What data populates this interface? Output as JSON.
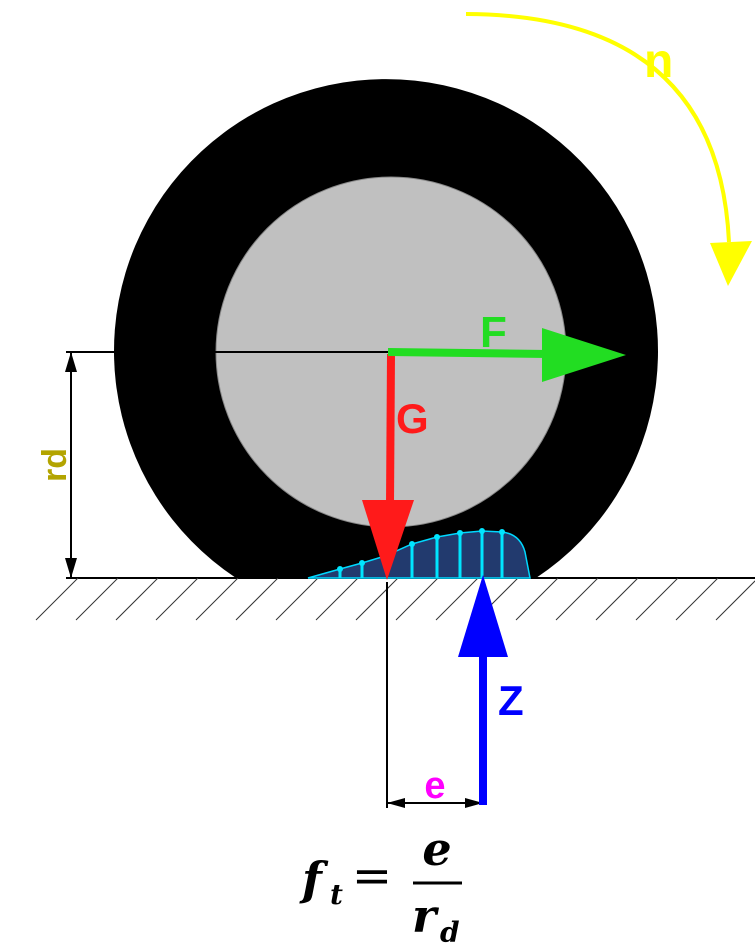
{
  "labels": {
    "rotation": "n",
    "force_F": "F",
    "force_G": "G",
    "force_Z": "Z",
    "radius": "rd",
    "offset": "e"
  },
  "formula": {
    "lhs_base": "f",
    "lhs_sub": "t",
    "equals": "=",
    "numerator": "e",
    "den_base": "r",
    "den_sub": "d"
  },
  "colors": {
    "tire": "#000000",
    "rim": "#c0c0c0",
    "rotation": "#ffff00",
    "force_F": "#22dd22",
    "force_G": "#ff1a1a",
    "force_Z": "#0000ff",
    "radius_label": "#b3a400",
    "offset_label": "#ff00ff",
    "pressure_fill": "#223a6e",
    "pressure_lines": "#00e5ff"
  }
}
